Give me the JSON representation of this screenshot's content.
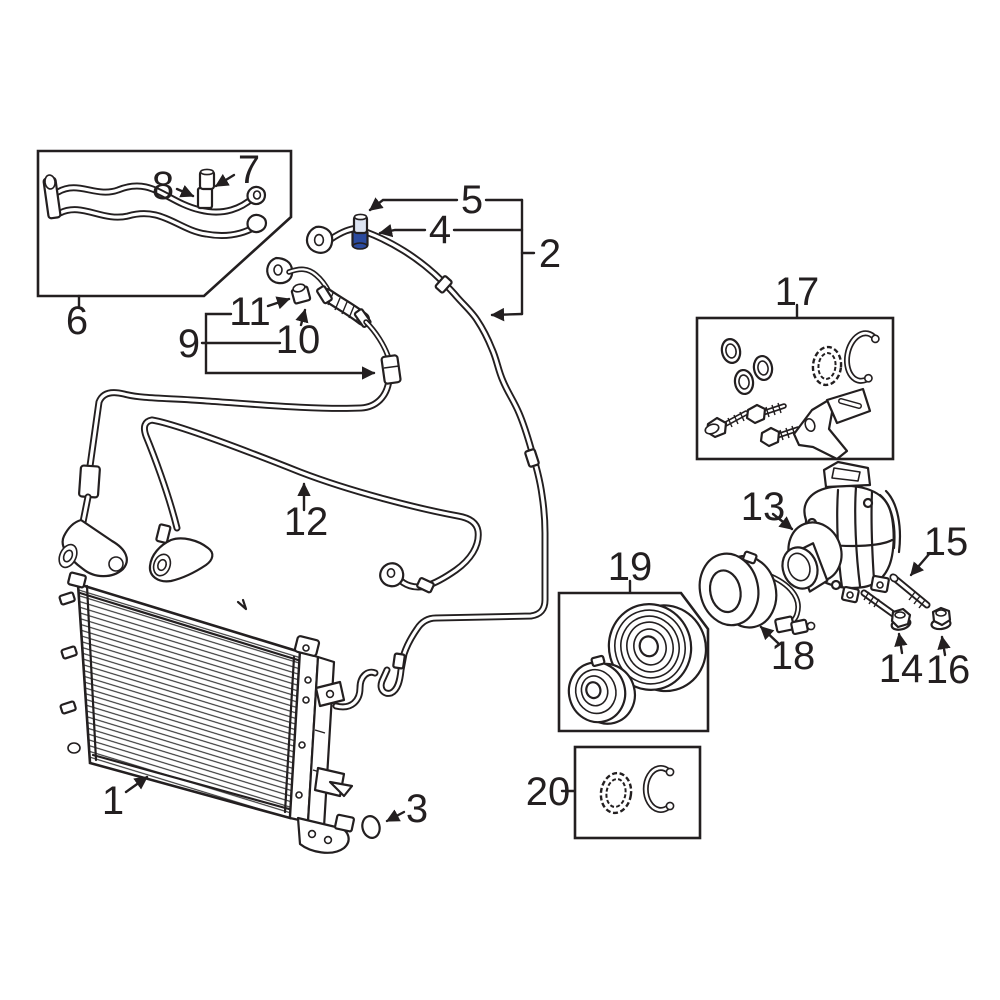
{
  "diagram": {
    "colors": {
      "background": "#ffffff",
      "line": "#231f20",
      "highlight": "#2b4a9e",
      "highlight_cap": "#dde4f2"
    },
    "highlighted_callout": "4",
    "callouts": {
      "c1": {
        "label": "1"
      },
      "c2": {
        "label": "2"
      },
      "c3": {
        "label": "3"
      },
      "c4": {
        "label": "4"
      },
      "c5": {
        "label": "5"
      },
      "c6": {
        "label": "6"
      },
      "c7": {
        "label": "7"
      },
      "c8": {
        "label": "8"
      },
      "c9": {
        "label": "9"
      },
      "c10": {
        "label": "10"
      },
      "c11": {
        "label": "11"
      },
      "c12": {
        "label": "12"
      },
      "c13": {
        "label": "13"
      },
      "c14": {
        "label": "14"
      },
      "c15": {
        "label": "15"
      },
      "c16": {
        "label": "16"
      },
      "c17": {
        "label": "17"
      },
      "c18": {
        "label": "18"
      },
      "c19": {
        "label": "19"
      },
      "c20": {
        "label": "20"
      }
    }
  }
}
